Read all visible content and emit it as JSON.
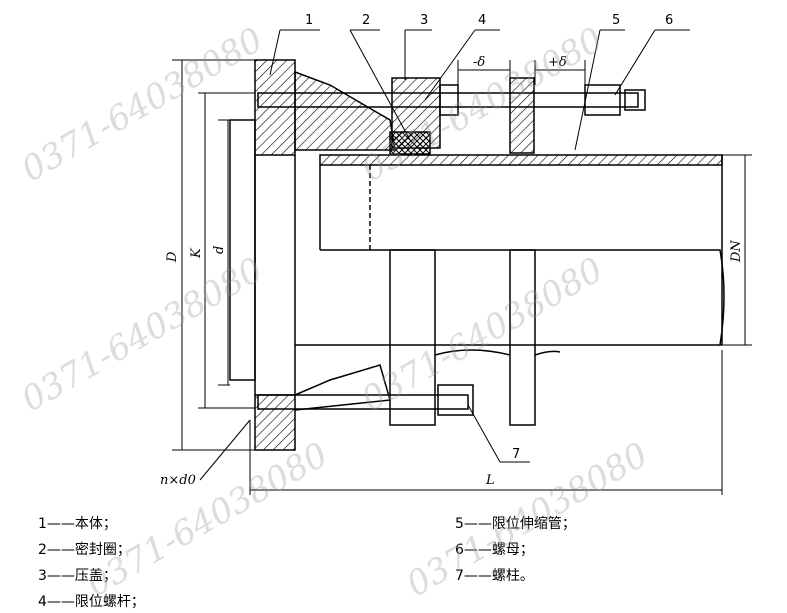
{
  "callouts": [
    "1",
    "2",
    "3",
    "4",
    "5",
    "6",
    "7"
  ],
  "dimensions": {
    "D": "D",
    "K": "K",
    "d": "d",
    "DN": "DN",
    "L": "L",
    "bolt_holes": "n×d0",
    "minus_delta": "-δ",
    "plus_delta": "+δ"
  },
  "legend": [
    {
      "num": "1",
      "text": "本体；"
    },
    {
      "num": "2",
      "text": "密封圈；"
    },
    {
      "num": "3",
      "text": "压盖；"
    },
    {
      "num": "4",
      "text": "限位螺杆；"
    },
    {
      "num": "5",
      "text": "限位伸缩管；"
    },
    {
      "num": "6",
      "text": "螺母；"
    },
    {
      "num": "7",
      "text": "螺柱。"
    }
  ],
  "watermark": "0371-64038080"
}
